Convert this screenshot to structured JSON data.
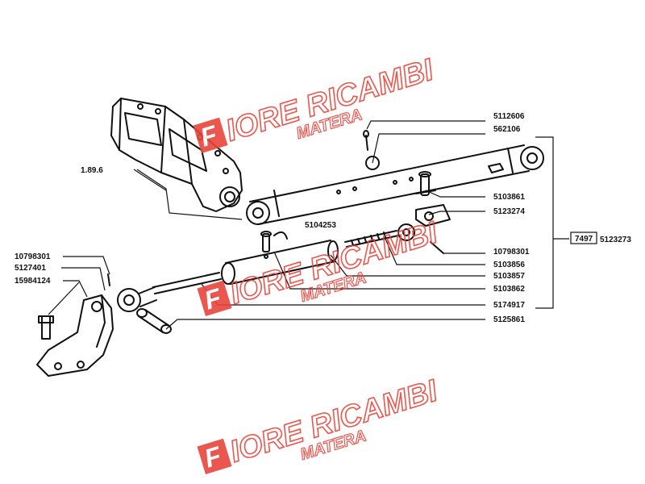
{
  "parts": {
    "p_5112606": "5112606",
    "p_562106": "562106",
    "p_1896": "1.89.6",
    "p_5103861": "5103861",
    "p_5123274": "5123274",
    "p_5104253": "5104253",
    "p_10798301_right": "10798301",
    "p_5103856": "5103856",
    "p_5103857": "5103857",
    "p_5103862": "5103862",
    "p_5174917": "5174917",
    "p_5125861": "5125861",
    "p_10798301_left": "10798301",
    "p_5127401": "5127401",
    "p_15984124": "15984124",
    "p_5123273": "5123273",
    "assembly_ref": "7497"
  },
  "watermark": {
    "brand": "IORE RICAMBI",
    "initial": "F",
    "city": "MATERA",
    "color": "#e8453c"
  }
}
